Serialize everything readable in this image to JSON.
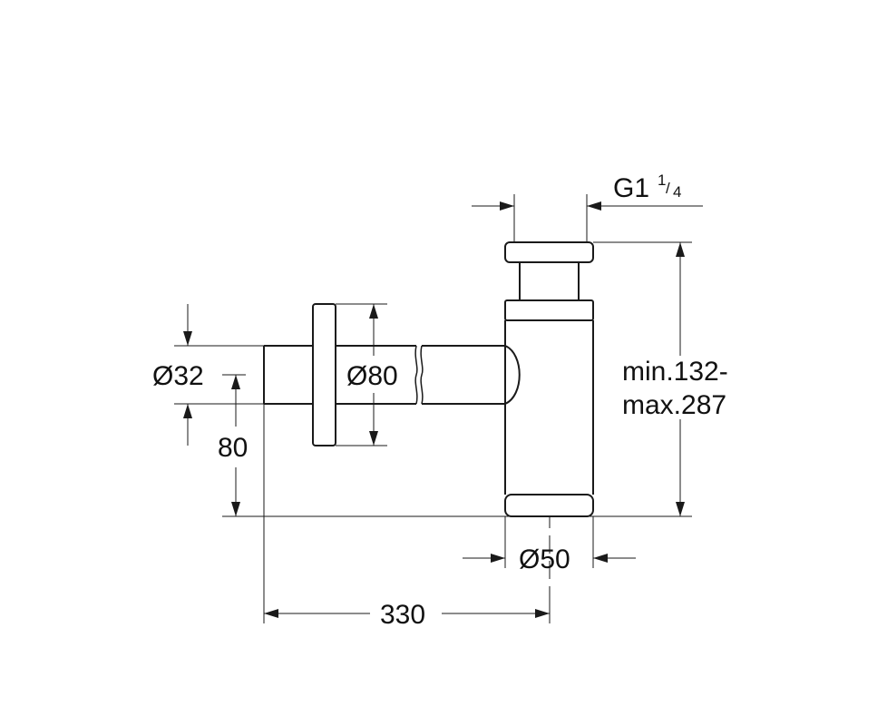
{
  "labels": {
    "pipe_diameter": "Ø32",
    "height_80": "80",
    "rosette_diameter": "Ø80",
    "body_diameter": "Ø50",
    "length_330": "330",
    "height_range_line1": "min.132-",
    "height_range_line2": "max.287",
    "thread_main": "G1",
    "thread_num": "1",
    "thread_slash": "/",
    "thread_den": "4"
  }
}
